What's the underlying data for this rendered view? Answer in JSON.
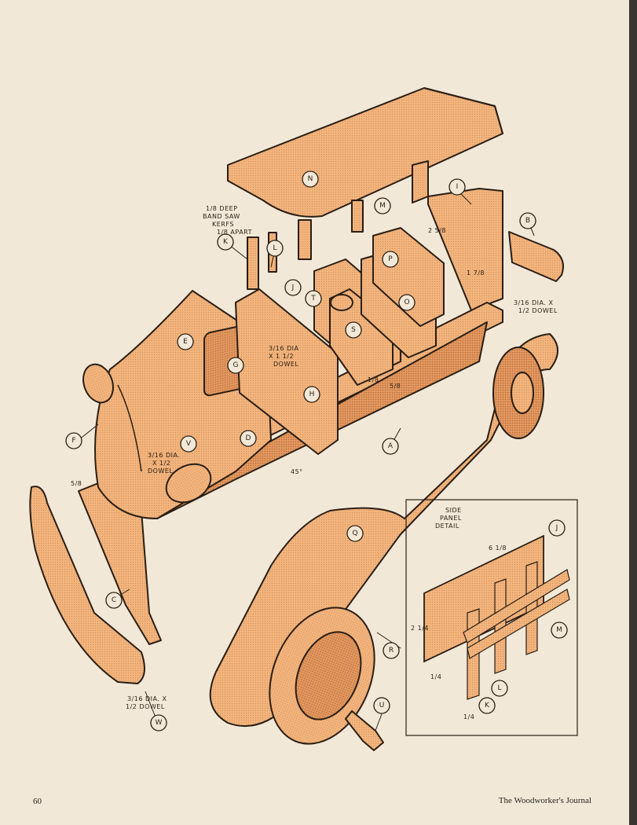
{
  "page": {
    "number": "60",
    "publication": "The Woodworker's Journal"
  },
  "colors": {
    "paper": "#f1e8d8",
    "wood": "#f2b57e",
    "wood_shadow": "#d9894f",
    "ink": "#2a1e14"
  },
  "parts": [
    "A",
    "B",
    "C",
    "D",
    "E",
    "F",
    "G",
    "H",
    "I",
    "J",
    "K",
    "L",
    "M",
    "N",
    "O",
    "P",
    "Q",
    "R",
    "S",
    "T",
    "U",
    "V",
    "W"
  ],
  "annotations": {
    "kerfs": [
      "1/8 DEEP",
      "BAND SAW",
      "KERFS",
      "1/8 APART"
    ],
    "dowel_b": [
      "3/16 DIA. X",
      "1/2 DOWEL"
    ],
    "dowel_h": [
      "3/16 DIA",
      "X 1 1/2",
      "DOWEL"
    ],
    "dowel_d": [
      "3/16 DIA.",
      "X 1/2",
      "DOWEL"
    ],
    "dowel_w": [
      "3/16 DIA. X",
      "1/2 DOWEL"
    ],
    "dim_width": "2 5/8",
    "dim_height": "1 7/8",
    "dim_small1": "1/8",
    "dim_small2": "5/8",
    "dim_angle": "45°",
    "dim_front": "5/8"
  },
  "detail": {
    "title": [
      "SIDE",
      "PANEL",
      "DETAIL"
    ],
    "dim_length": "6 1/8",
    "dim_height": "2 1/4",
    "dim_gap": "1/4",
    "dim_bottom": "1/4"
  }
}
